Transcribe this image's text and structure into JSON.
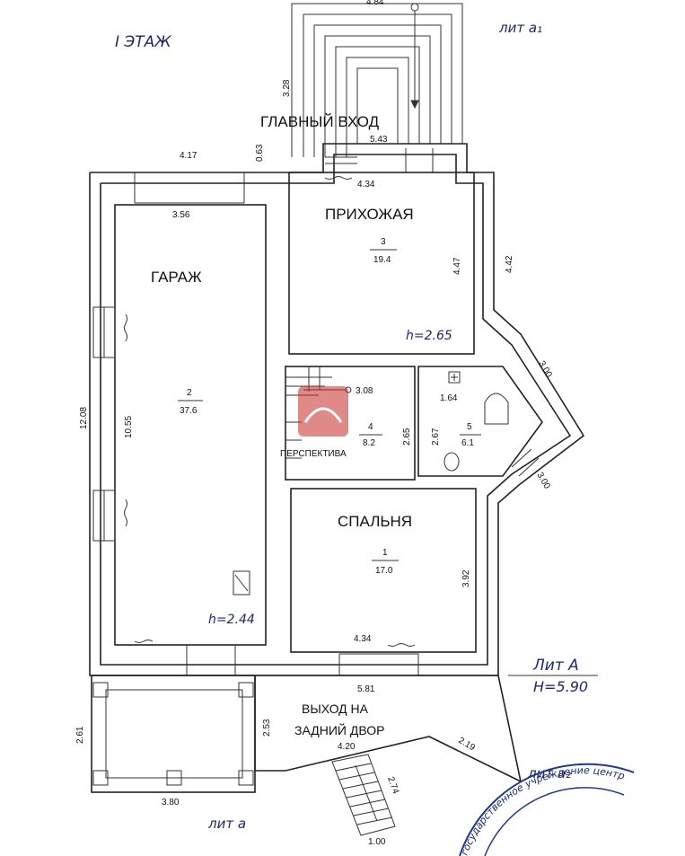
{
  "floor_label": "I ЭТАЖ",
  "main_entrance": "ГЛАВНЫЙ ВХОД",
  "back_exit_line1": "ВЫХОД НА",
  "back_exit_line2": "ЗАДНИЙ ДВОР",
  "rooms": {
    "garage": {
      "name": "ГАРАЖ",
      "number": "2",
      "area": "37.6",
      "height": "h=2.44"
    },
    "hall": {
      "name": "ПРИХОЖАЯ",
      "number": "3",
      "area": "19.4",
      "height": "h=2.65"
    },
    "bedroom": {
      "name": "СПАЛЬНЯ",
      "number": "1",
      "area": "17.0"
    },
    "stairs": {
      "number": "4",
      "area": "8.2"
    },
    "bath": {
      "number": "5",
      "area": "6.1"
    }
  },
  "lit": {
    "a1": "лит a₁",
    "a2": "лит a₂",
    "a": "лит a",
    "A": "Лит А",
    "H": "H=5.90"
  },
  "watermark": "ПЕРСПЕКТИВА",
  "stamp": "государственное учреждение центр технической инвентаризации омский филиал",
  "dims": {
    "d_484": "4.84",
    "d_328": "3.28",
    "d_543": "5.43",
    "d_417": "4.17",
    "d_063": "0.63",
    "d_434a": "4.34",
    "d_356": "3.56",
    "d_447": "4.47",
    "d_442": "4.42",
    "d_300a": "3.00",
    "d_308": "3.08",
    "d_164": "1.64",
    "d_265a": "2.65",
    "d_267": "2.67",
    "d_300b": "3.00",
    "d_1208": "12.08",
    "d_1055": "10.55",
    "d_392": "3.92",
    "d_434b": "4.34",
    "d_581": "5.81",
    "d_261": "2.61",
    "d_253": "2.53",
    "d_420": "4.20",
    "d_219": "2.19",
    "d_274": "2.74",
    "d_380": "3.80",
    "d_100": "1.00"
  }
}
